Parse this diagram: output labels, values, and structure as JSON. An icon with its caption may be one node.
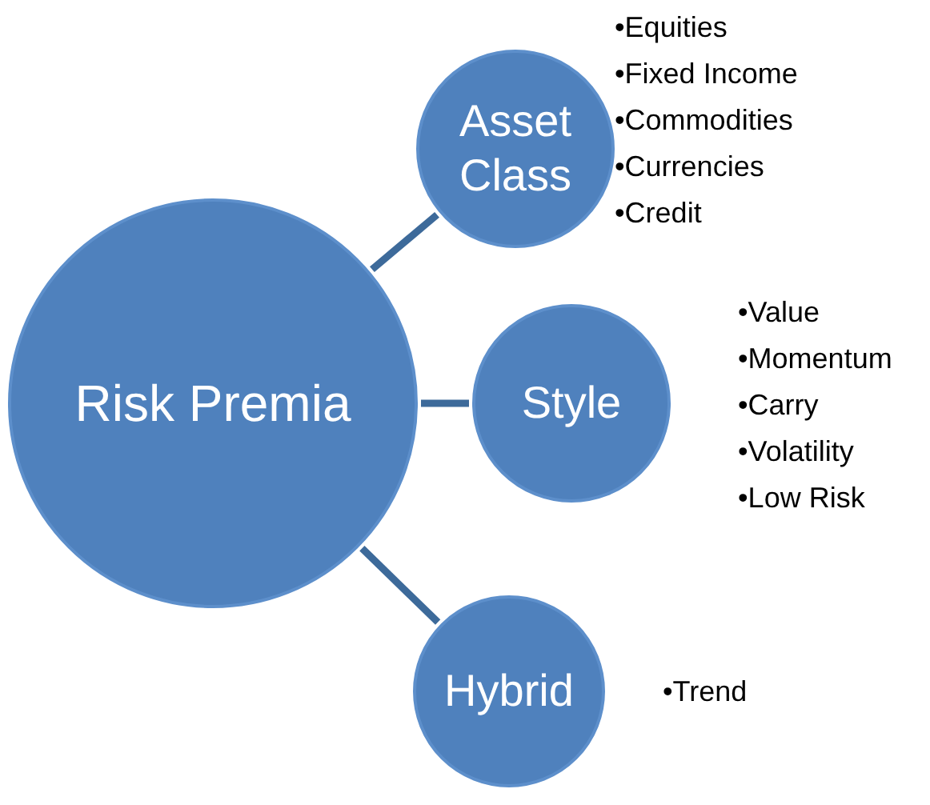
{
  "diagram": {
    "nodes": [
      {
        "text": [
          "Risk Premia"
        ]
      },
      {
        "text": [
          "Asset Class"
        ],
        "beside": [
          "•Equities",
          "•Fixed Income",
          "•Commodities",
          "•Currencies",
          "•Credit"
        ]
      },
      {
        "text": [
          "Style"
        ],
        "beside": [
          "•Value",
          "•Momentum",
          "•Carry",
          "•Volatility",
          "•Low Risk"
        ]
      },
      {
        "text": [
          "Hybrid"
        ],
        "beside": [
          "•Trend"
        ]
      }
    ],
    "edges": [
      {
        "from": 0,
        "to": 1,
        "arrow": "none"
      },
      {
        "from": 0,
        "to": 2,
        "arrow": "none"
      },
      {
        "from": 0,
        "to": 3,
        "arrow": "none"
      }
    ]
  }
}
